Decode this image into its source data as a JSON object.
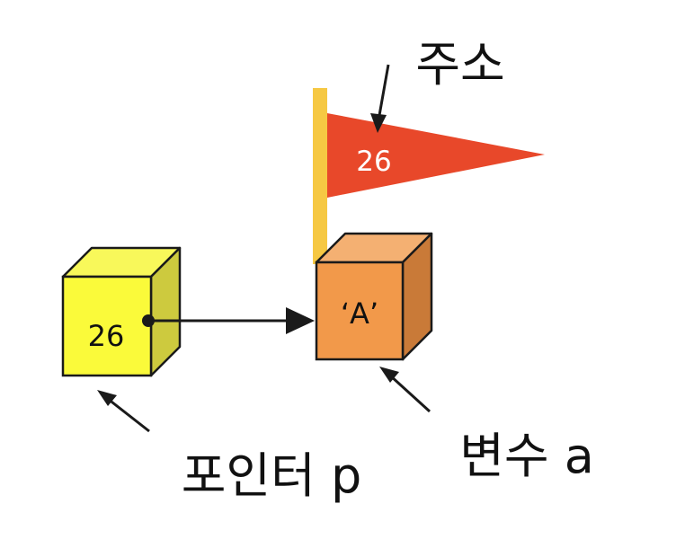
{
  "labels": {
    "address": "주소",
    "pointer": "포인터 p",
    "variable": "변수 a"
  },
  "flag": {
    "value": "26"
  },
  "pointer_box": {
    "value": "26"
  },
  "variable_box": {
    "value": "‘A’"
  },
  "colors": {
    "pole": "#F6C843",
    "flag": "#E8482A",
    "pointer_front": "#FAFA3A",
    "pointer_top": "#F8F85A",
    "pointer_side": "#CDCA3E",
    "variable_front": "#F2994A",
    "variable_top": "#F4B072",
    "variable_side": "#C97A38",
    "stroke": "#1a1a1a"
  }
}
